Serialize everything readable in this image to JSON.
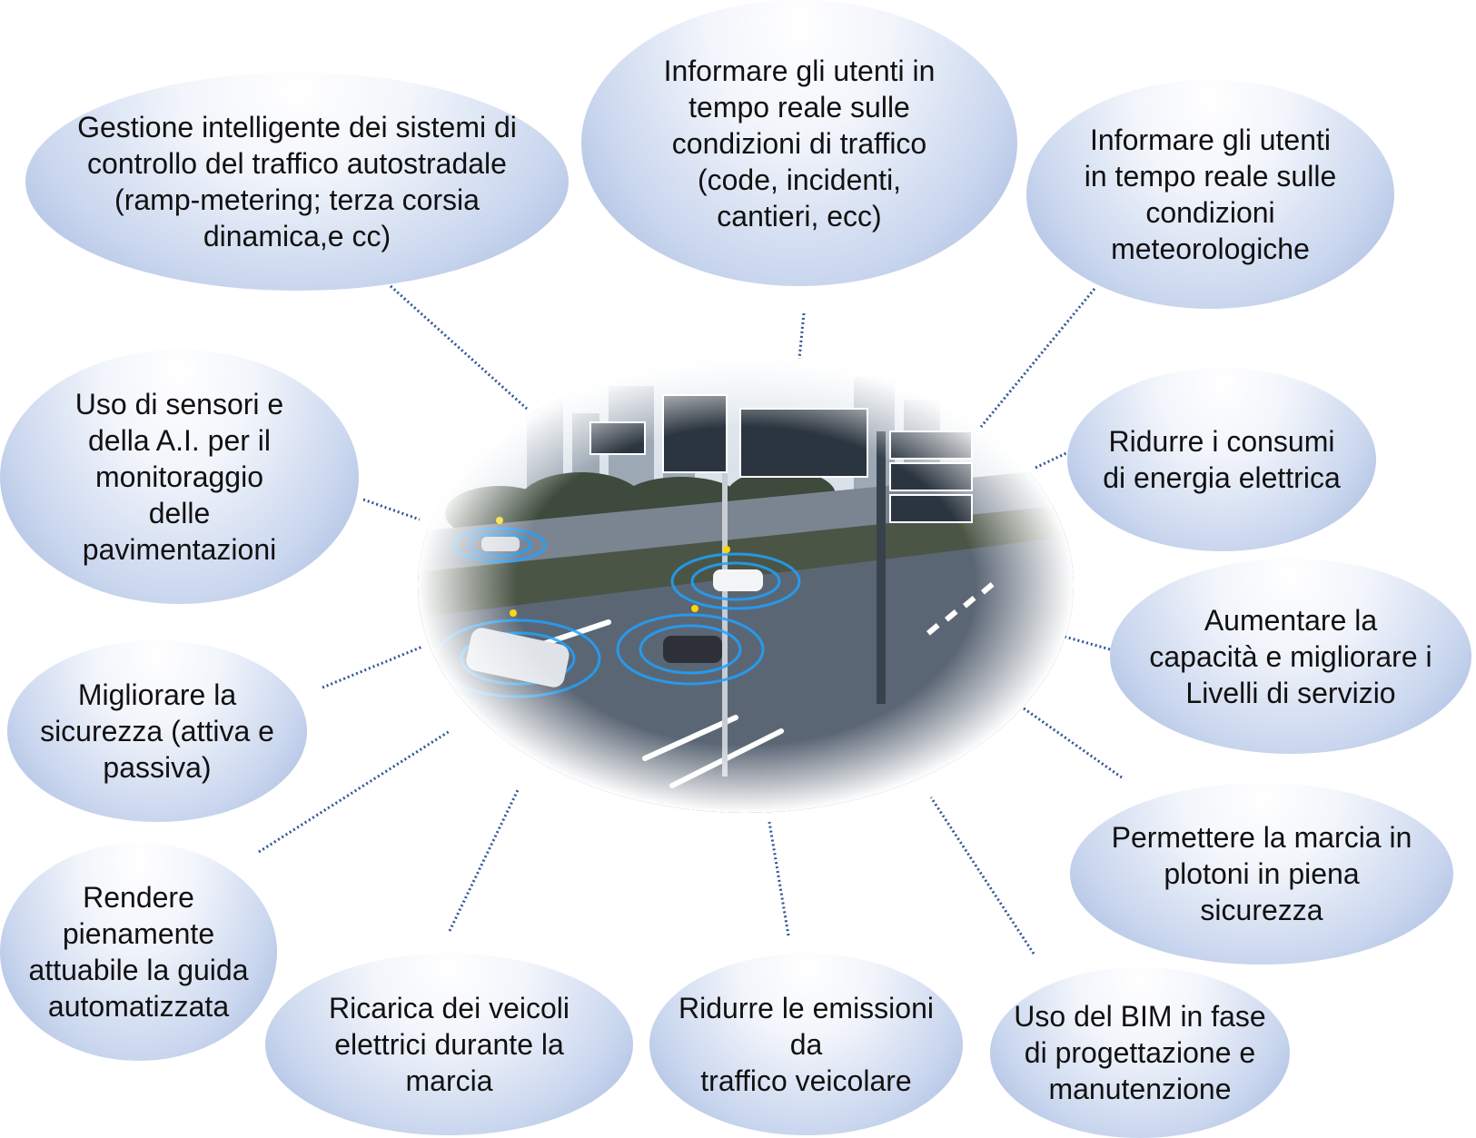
{
  "nodes": [
    {
      "id": "gestione-traffico",
      "text": "Gestione intelligente dei sistemi di\ncontrollo del traffico autostradale\n(ramp-metering; terza corsia\ndinamica,e cc)"
    },
    {
      "id": "info-traffico",
      "text": "Informare gli utenti in\ntempo reale sulle\ncondizioni di traffico\n(code, incidenti,\ncantieri, ecc)"
    },
    {
      "id": "info-meteo",
      "text": "Informare gli utenti\nin tempo reale sulle\ncondizioni\nmeteorologiche"
    },
    {
      "id": "sensori-ai",
      "text": "Uso di sensori e\ndella A.I. per il\nmonitoraggio\ndelle\npavimentazioni"
    },
    {
      "id": "consumi-energia",
      "text": "Ridurre i consumi\ndi energia elettrica"
    },
    {
      "id": "capacita",
      "text": "Aumentare la\ncapacità e migliorare i\nLivelli di servizio"
    },
    {
      "id": "sicurezza",
      "text": "Migliorare la\nsicurezza (attiva e\npassiva)"
    },
    {
      "id": "plotoni",
      "text": "Permettere la marcia in\nplotoni in piena\nsicurezza"
    },
    {
      "id": "guida-automatizzata",
      "text": "Rendere\npienamente\nattuabile la guida\nautomatizzata"
    },
    {
      "id": "ricarica",
      "text": "Ricarica dei veicoli\nelettrici durante la\nmarcia"
    },
    {
      "id": "emissioni",
      "text": "Ridurre le emissioni\nda\ntraffico veicolare"
    },
    {
      "id": "bim",
      "text": "Uso del BIM in fase\ndi progettazione e\nmanutenzione"
    }
  ],
  "image": {
    "description": "smart road with connected vehicles",
    "icon": "smart-road-image"
  },
  "colors": {
    "bubble_edge": "#9fb3dc",
    "line": "#2f5597",
    "road": "#5b6675",
    "sky": "#cfd8e3"
  }
}
